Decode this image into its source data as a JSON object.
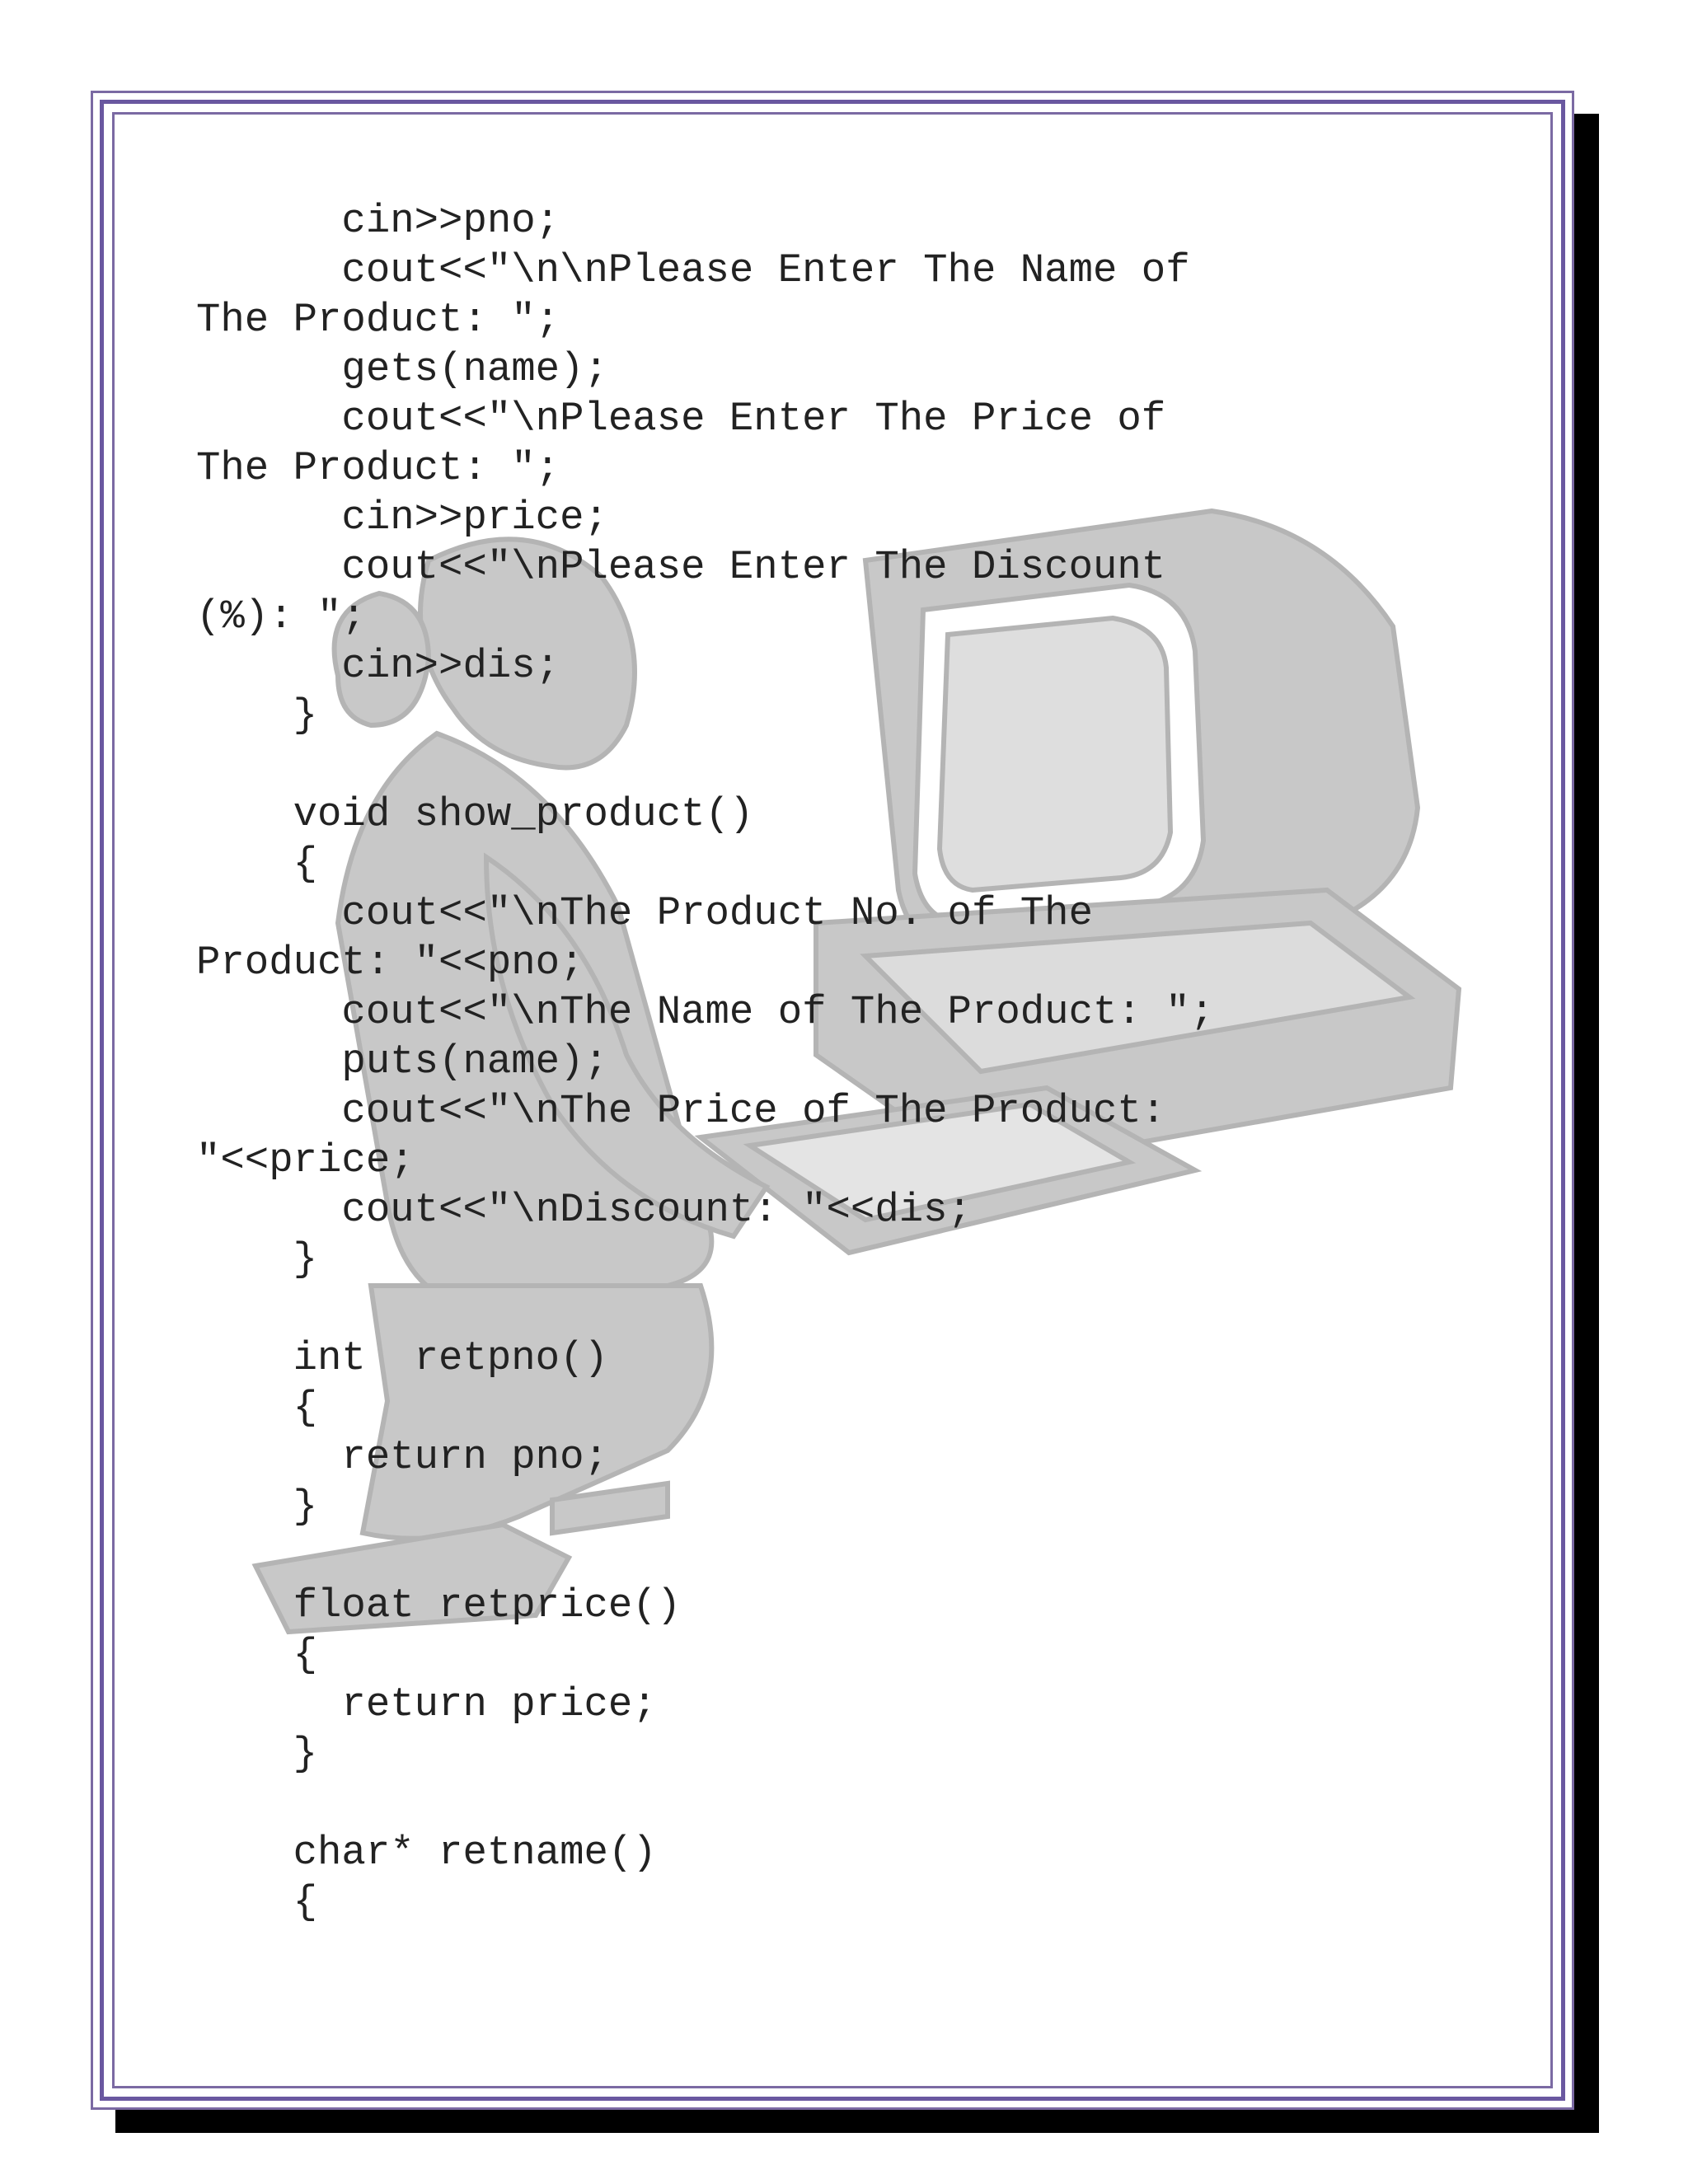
{
  "code_lines": [
    "      cin>>pno;",
    "      cout<<\"\\n\\nPlease Enter The Name of",
    "The Product: \";",
    "      gets(name);",
    "      cout<<\"\\nPlease Enter The Price of",
    "The Product: \";",
    "      cin>>price;",
    "      cout<<\"\\nPlease Enter The Discount",
    "(%): \";",
    "      cin>>dis;",
    "    }",
    "",
    "    void show_product()",
    "    {",
    "      cout<<\"\\nThe Product No. of The",
    "Product: \"<<pno;",
    "      cout<<\"\\nThe Name of The Product: \";",
    "      puts(name);",
    "      cout<<\"\\nThe Price of The Product:",
    "\"<<price;",
    "      cout<<\"\\nDiscount: \"<<dis;",
    "    }",
    "",
    "    int  retpno()",
    "    {",
    "      return pno;",
    "    }",
    "",
    "    float retprice()",
    "    {",
    "      return price;",
    "    }",
    "",
    "    char* retname()",
    "    {"
  ],
  "illustration": {
    "subject": "person-at-computer-sketch",
    "color": "#c4c4c4"
  },
  "frame": {
    "border_color": "#6a58a0",
    "shadow_color": "#000000"
  }
}
